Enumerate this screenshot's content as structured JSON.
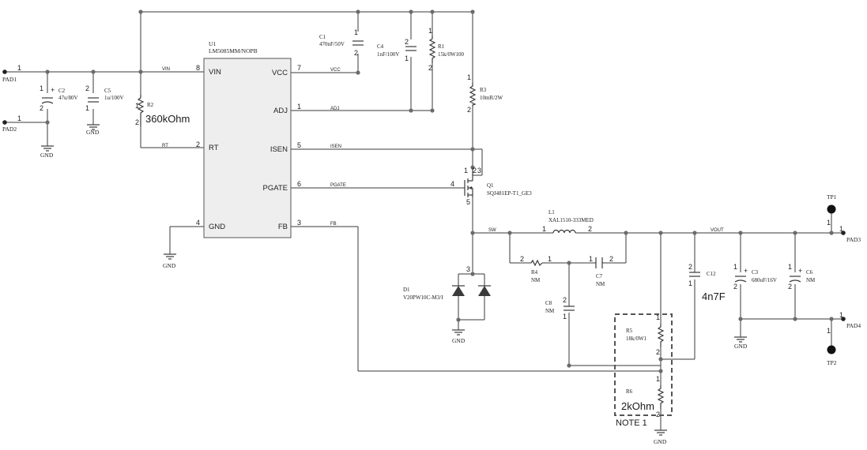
{
  "u1": {
    "ref": "U1",
    "part": "LM5085MM/NOPB",
    "pins": [
      {
        "name": "VIN",
        "num": "8"
      },
      {
        "name": "RT",
        "num": "2"
      },
      {
        "name": "GND",
        "num": "4"
      },
      {
        "name": "VCC",
        "num": "7"
      },
      {
        "name": "ADJ",
        "num": "1"
      },
      {
        "name": "ISEN",
        "num": "5"
      },
      {
        "name": "PGATE",
        "num": "6"
      },
      {
        "name": "FB",
        "num": "3"
      }
    ]
  },
  "nets": {
    "vin": "VIN",
    "rt": "RT",
    "vcc": "VCC",
    "adj": "ADJ",
    "isen": "ISEN",
    "pgate": "PGATE",
    "fb": "FB",
    "sw": "SW",
    "vout": "VOUT"
  },
  "components": {
    "c1": {
      "ref": "C1",
      "value": "470nF/50V"
    },
    "c4": {
      "ref": "C4",
      "value": "1nF/100V"
    },
    "r1": {
      "ref": "R1",
      "value": "15k/0W100"
    },
    "r3": {
      "ref": "R3",
      "value": "10mR/2W"
    },
    "c2": {
      "ref": "C2",
      "value": "47u/80V"
    },
    "c5": {
      "ref": "C5",
      "value": "1u/100V"
    },
    "r2": {
      "ref": "R2"
    },
    "q1": {
      "ref": "Q1",
      "value": "SQJ481EP-T1_GE3"
    },
    "l1": {
      "ref": "L1",
      "value": "XAL1510-333MED"
    },
    "r4": {
      "ref": "R4",
      "value": "NM"
    },
    "c7": {
      "ref": "C7",
      "value": "NM"
    },
    "c8": {
      "ref": "C8",
      "value": "NM"
    },
    "d1": {
      "ref": "D1",
      "value": "V20PW10C-M3/I"
    },
    "c12": {
      "ref": "C12"
    },
    "c3": {
      "ref": "C3",
      "value": "680uF/16V"
    },
    "c6": {
      "ref": "C6",
      "value": "NM"
    },
    "r5": {
      "ref": "R5",
      "value": "18k/0W1"
    },
    "r6": {
      "ref": "R6"
    }
  },
  "pads": {
    "pad1": "PAD1",
    "pad2": "PAD2",
    "pad3": "PAD3",
    "pad4": "PAD4",
    "tp1": "TP1",
    "tp2": "TP2"
  },
  "gnd_label": "GND",
  "pin_numbers": {
    "one": "1",
    "two": "2",
    "three": "3",
    "four": "4",
    "five": "5"
  },
  "annotations": {
    "r2_value": "360kOhm",
    "c12_value": "4n7F",
    "r6_value": "2kOhm",
    "note": "NOTE 1"
  }
}
